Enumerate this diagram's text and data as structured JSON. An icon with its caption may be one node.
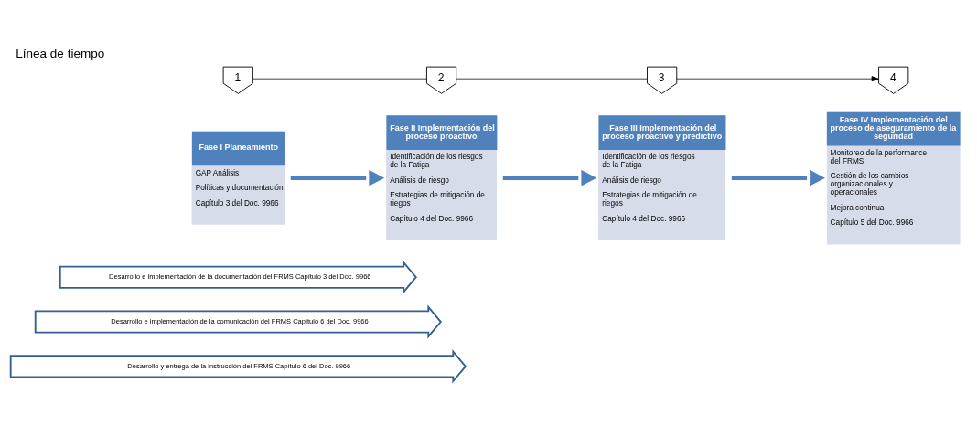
{
  "diagram": {
    "title": "Línea de tiempo",
    "nodes": [
      {
        "text": [
          "1"
        ]
      },
      {
        "text": [
          "2"
        ]
      },
      {
        "text": [
          "3"
        ]
      },
      {
        "text": [
          "4"
        ]
      },
      {
        "text": [
          "Fase I Planeamiento",
          "GAP Análisis",
          "Políticas y documentación",
          "Capítulo 3 del Doc. 9966"
        ]
      },
      {
        "text": [
          "Fase II Implementación del proceso proactivo",
          "Identificación de los riesgos de la Fatiga",
          "Análisis de riesgo",
          "Estrategias de mitigación de riegos",
          "Capítulo 4 del Doc. 9966"
        ]
      },
      {
        "text": [
          "Fase III Implementación del proceso proactivo y predictivo",
          "Identificación de los riesgos de la Fatiga",
          "Análisis de riesgo",
          "Estrategias de mitigación de riegos",
          "Capítulo 4 del Doc. 9966"
        ]
      },
      {
        "text": [
          "Fase IV Implementación del proceso de aseguramiento de la seguridad",
          "Monitoreo de la performance del FRMS",
          "Gestión de los cambios organizacionales y operacionales",
          "Mejora continua",
          "Capítulo 5 del Doc. 9966"
        ]
      },
      {
        "text": [
          "Desarrollo e implementación de la documentación del FRMS Capítulo 3 del Doc. 9966"
        ]
      },
      {
        "text": [
          "Desarrollo e implementación de la comunicación del FRMS Capítulo 6 del Doc. 9966"
        ]
      },
      {
        "text": [
          "Desarrollo y entrega de la instrucción del FRMS Capítulo 6 del Doc. 9966"
        ]
      }
    ],
    "edges": [
      {
        "from": 0,
        "to": 1,
        "arrow": "none"
      },
      {
        "from": 1,
        "to": 2,
        "arrow": "none"
      },
      {
        "from": 2,
        "to": 3,
        "arrow": "to"
      },
      {
        "from": 4,
        "to": 5,
        "arrow": "to",
        "style": "thick",
        "color": "#4f81bd"
      },
      {
        "from": 5,
        "to": 6,
        "arrow": "to",
        "style": "thick",
        "color": "#4f81bd"
      },
      {
        "from": 6,
        "to": 7,
        "arrow": "to",
        "style": "thick",
        "color": "#4f81bd"
      }
    ]
  }
}
